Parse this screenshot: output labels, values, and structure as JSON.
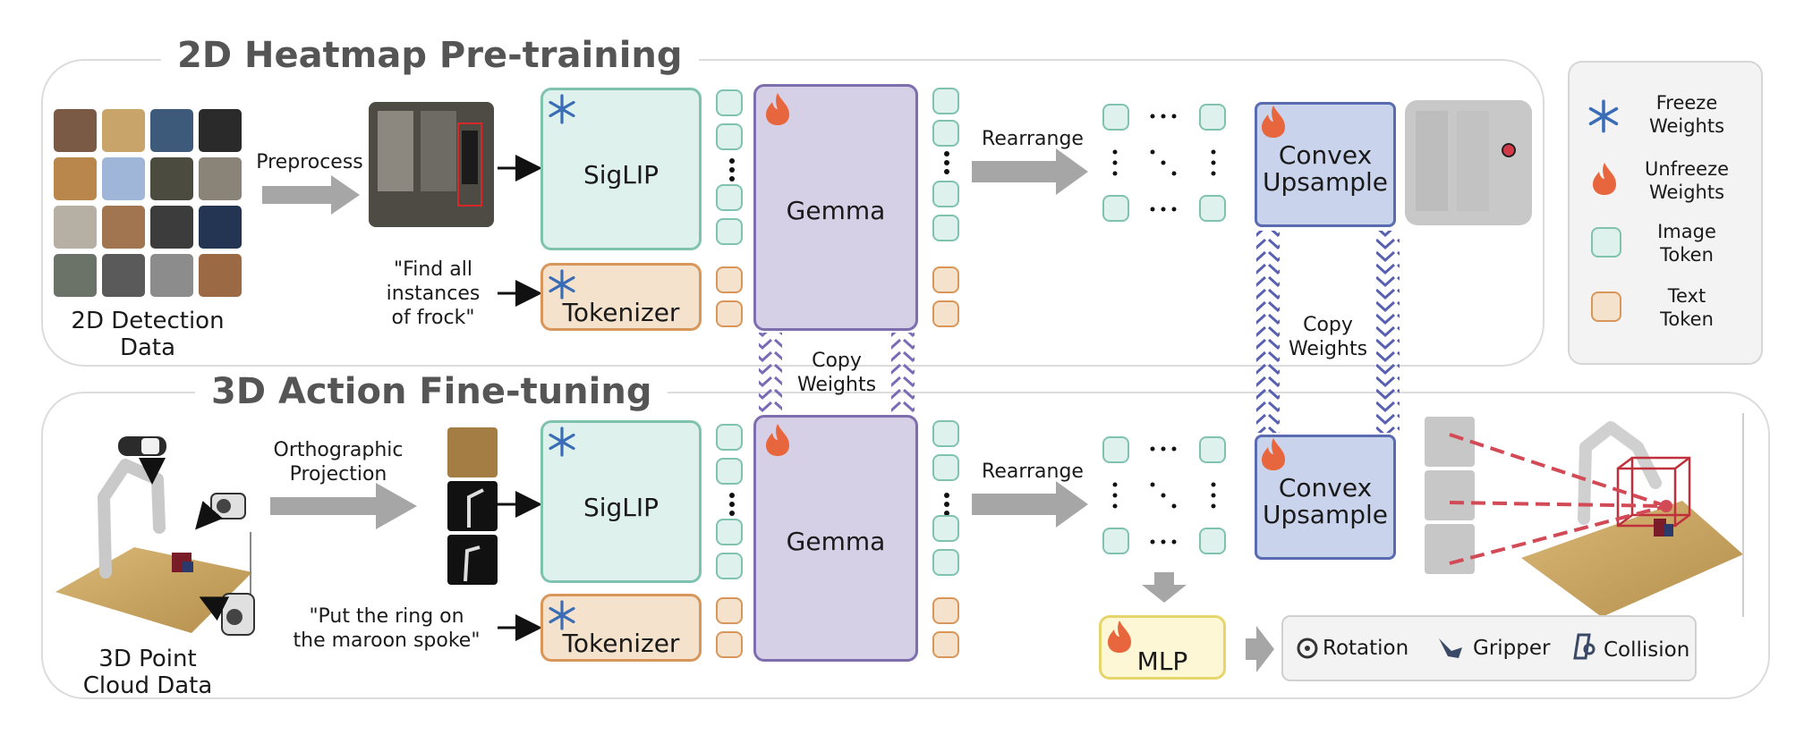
{
  "top": {
    "title": "2D Heatmap Pre-training",
    "data_label": "2D Detection\nData",
    "preprocess_label": "Preprocess",
    "prompt": "\"Find all\ninstances\nof frock\"",
    "siglip": "SigLIP",
    "tokenizer": "Tokenizer",
    "gemma": "Gemma",
    "rearrange": "Rearrange",
    "convex": "Convex\nUpsample"
  },
  "bottom": {
    "title": "3D Action Fine-tuning",
    "data_label": "3D Point\nCloud Data",
    "projection_label": "Orthographic\nProjection",
    "prompt": "\"Put the ring on\nthe maroon spoke\"",
    "siglip": "SigLIP",
    "tokenizer": "Tokenizer",
    "gemma": "Gemma",
    "rearrange": "Rearrange",
    "convex": "Convex\nUpsample",
    "mlp": "MLP",
    "outputs": [
      "Rotation",
      "Gripper",
      "Collision"
    ]
  },
  "copy_weights": "Copy\nWeights",
  "legend": {
    "freeze": "Freeze\nWeights",
    "unfreeze": "Unfreeze\nWeights",
    "image_token": "Image\nToken",
    "text_token": "Text\nToken"
  },
  "colors": {
    "siglip_fill": "#dff1ec",
    "siglip_border": "#7fc3ae",
    "tokenizer_fill": "#f5e2cc",
    "tokenizer_border": "#d9965a",
    "gemma_fill": "#d6d0e6",
    "gemma_border": "#7e6eae",
    "convex_fill": "#c9d4ec",
    "convex_border": "#5a6bb0",
    "snowflake": "#3a6db5",
    "flame": "#e8663d",
    "heatmap_target": "#d23a4a"
  },
  "icons": [
    "snowflake-icon",
    "flame-icon",
    "rotation-icon",
    "gripper-icon",
    "collision-icon",
    "camera-icon",
    "robot-arm-icon"
  ]
}
